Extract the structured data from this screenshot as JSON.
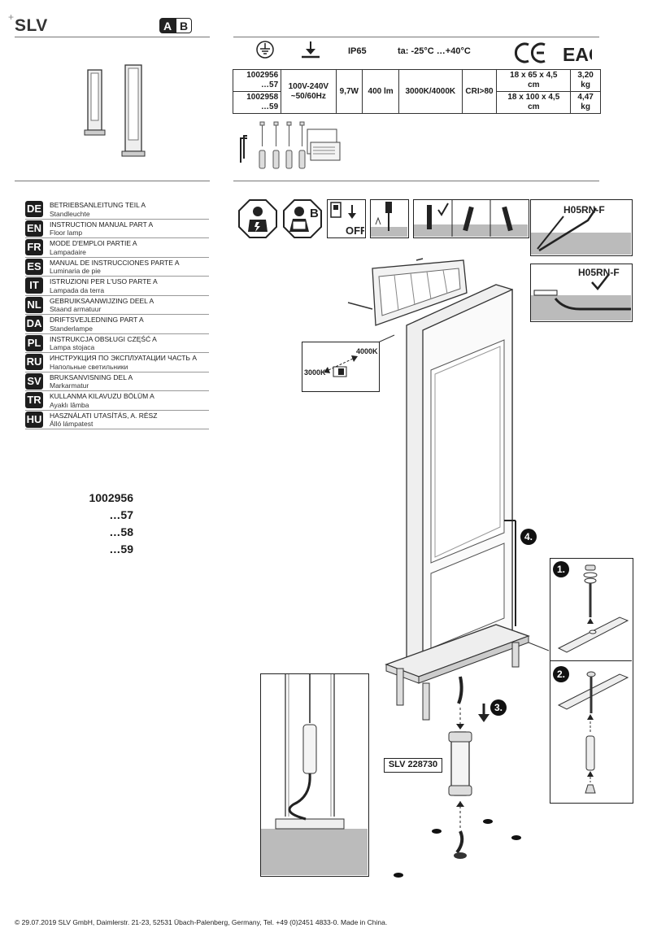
{
  "header": {
    "brand": "SLV",
    "part_badge": [
      "A",
      "B"
    ]
  },
  "specs": {
    "ip_rating": "IP65",
    "temperature": "ta: -25°C …+40°C",
    "rows": [
      {
        "code": "1002956",
        "code2": "…57",
        "voltage": "100V-240V",
        "frequency": "~50/60Hz",
        "power": "9,7W",
        "lumen": "400 lm",
        "cct": "3000K/4000K",
        "cri": "CRI>80",
        "dimensions": "18 x 65 x 4,5",
        "dim_unit": "cm",
        "weight": "3,20",
        "weight_unit": "kg"
      },
      {
        "code": "1002958",
        "code2": "…59",
        "dimensions": "18 x 100 x 4,5",
        "dim_unit": "cm",
        "weight": "4,47",
        "weight_unit": "kg"
      }
    ]
  },
  "languages": [
    {
      "code": "DE",
      "title": "BETRIEBSANLEITUNG TEIL A",
      "sub": "Standleuchte"
    },
    {
      "code": "EN",
      "title": "INSTRUCTION MANUAL PART A",
      "sub": "Floor lamp"
    },
    {
      "code": "FR",
      "title": "MODE D'EMPLOI PARTIE A",
      "sub": "Lampadaire"
    },
    {
      "code": "ES",
      "title": "MANUAL DE INSTRUCCIONES PARTE A",
      "sub": "Luminaria de pie"
    },
    {
      "code": "IT",
      "title": "ISTRUZIONI PER L'USO PARTE A",
      "sub": "Lampada da terra"
    },
    {
      "code": "NL",
      "title": "GEBRUIKSAANWIJZING DEEL A",
      "sub": "Staand armatuur"
    },
    {
      "code": "DA",
      "title": "DRIFTSVEJLEDNING PART A",
      "sub": "Standerlampe"
    },
    {
      "code": "PL",
      "title": "INSTRUKCJA OBSŁUGI CZĘŚĆ A",
      "sub": "Lampa stojaca"
    },
    {
      "code": "RU",
      "title": "ИНСТРУКЦИЯ ПО ЭКСПЛУАТАЦИИ ЧАСТЬ A",
      "sub": "Напольные светильники"
    },
    {
      "code": "SV",
      "title": "BRUKSANVISNING DEL A",
      "sub": "Markarmatur"
    },
    {
      "code": "TR",
      "title": "KULLANMA KILAVUZU BÖLÜM A",
      "sub": "Ayaklı lâmba"
    },
    {
      "code": "HU",
      "title": "HASZNÁLATI UTASÍTÁS, A. RÉSZ",
      "sub": "Álló lámpatest"
    }
  ],
  "models": [
    "1002956",
    "…57",
    "…58",
    "…59"
  ],
  "diagram": {
    "cable_ok": "H05RN-F",
    "cable_wrong": "H05RN-F",
    "off_label": "OFF",
    "b_label": "B",
    "cct_warm": "3000K",
    "cct_cool": "4000K",
    "connector": "SLV 228730",
    "steps": [
      "1.",
      "2.",
      "3.",
      "4."
    ]
  },
  "footer": "© 29.07.2019 SLV GmbH, Daimlerstr. 21-23, 52531 Übach-Palenberg, Germany, Tel. +49 (0)2451 4833-0. Made in China."
}
